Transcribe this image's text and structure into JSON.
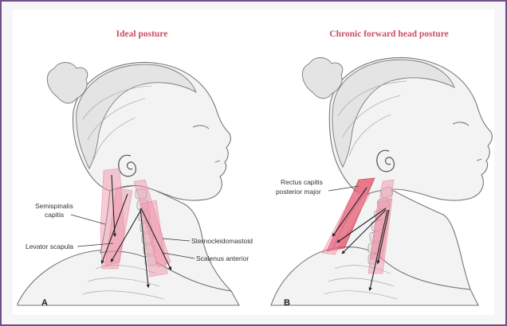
{
  "panel_a": {
    "title": "Ideal posture",
    "letter": "A",
    "labels": {
      "semispinalis_line1": "Semispinalis",
      "semispinalis_line2": "capitis",
      "levator": "Levator scapula",
      "sternocleidomastoid": "Sternocleidomastoid",
      "scalenus": "Scalenus anterior"
    }
  },
  "panel_b": {
    "title": "Chronic forward head posture",
    "letter": "B",
    "labels": {
      "rectus_line1": "Rectus capitis",
      "rectus_line2": "posterior major"
    }
  },
  "colors": {
    "frame": "#6e4f86",
    "title": "#c94f63",
    "muscle": "#ef8fa3",
    "muscle_emphasis": "#e0435c"
  }
}
